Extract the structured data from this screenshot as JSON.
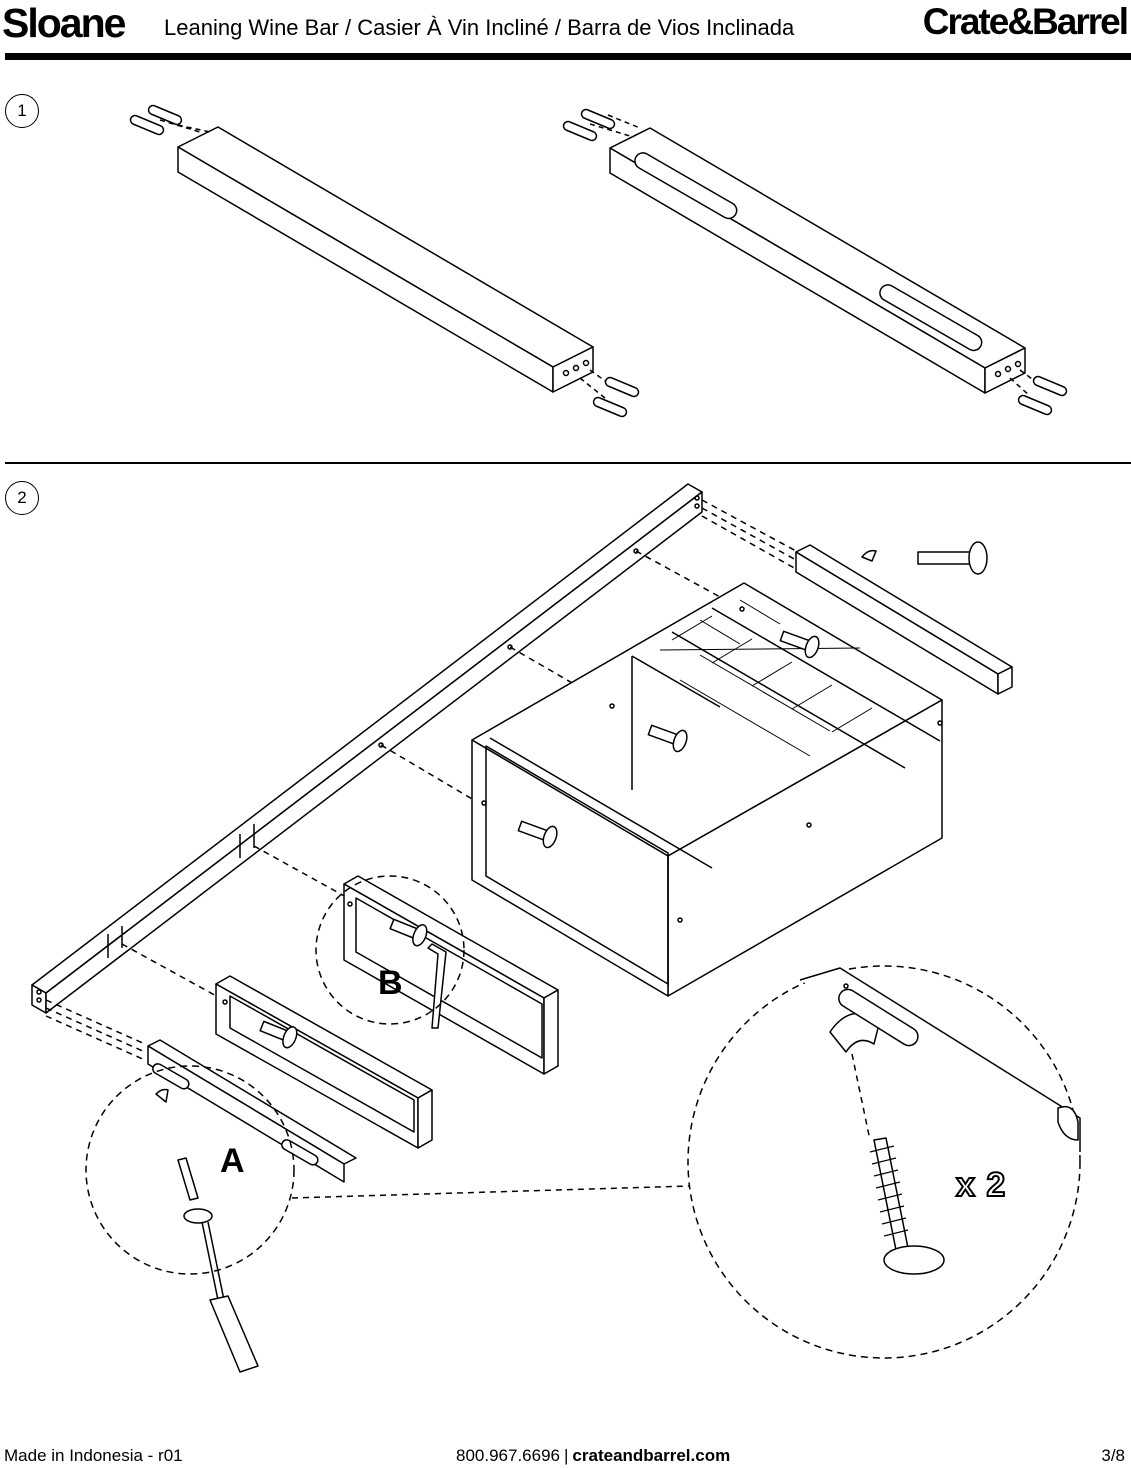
{
  "header": {
    "brand_name": "Sloane",
    "product_title": "Leaning Wine Bar / Casier À Vin Incliné / Barra de Vios Inclinada",
    "logo_text": "Crate&Barrel"
  },
  "steps": [
    {
      "number": "1"
    },
    {
      "number": "2"
    }
  ],
  "callouts": {
    "a_label": "A",
    "b_label": "B",
    "quantity": "x 2"
  },
  "footer": {
    "origin": "Made in Indonesia - r01",
    "phone": "800.967.6696",
    "separator": "|",
    "website": "crateandbarrel.com",
    "page": "3/8"
  }
}
